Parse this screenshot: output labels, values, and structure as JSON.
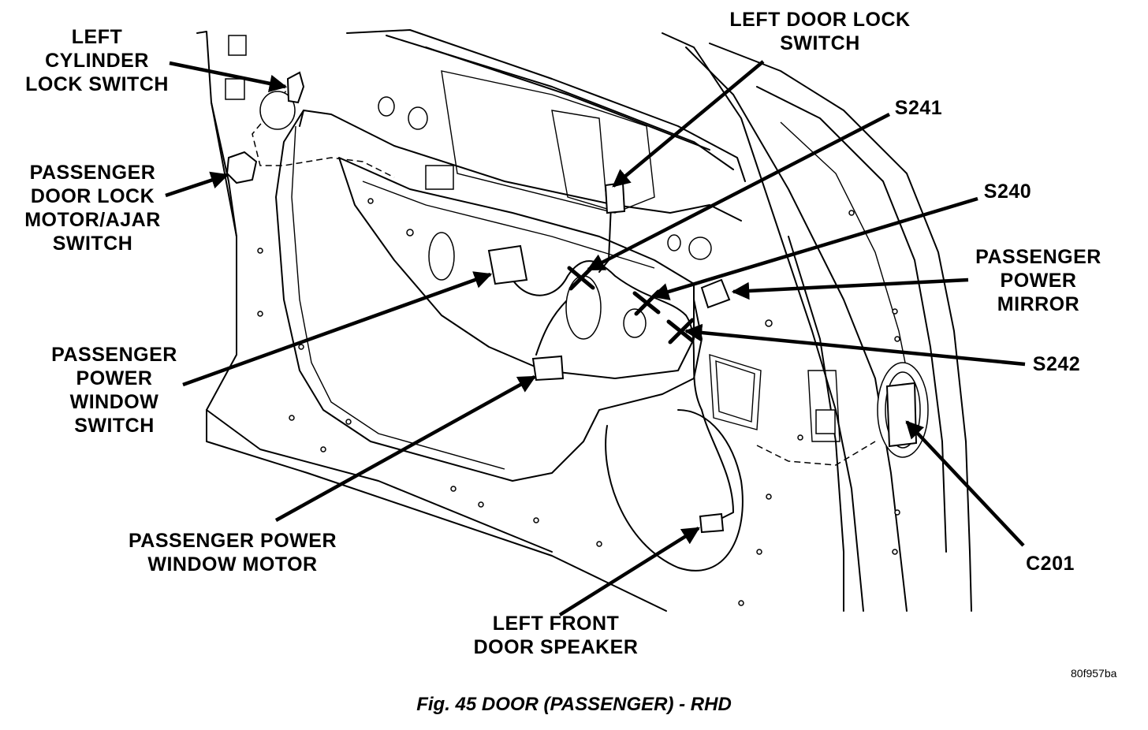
{
  "labels": {
    "left_cylinder_lock_switch": [
      "LEFT",
      "CYLINDER",
      "LOCK SWITCH"
    ],
    "passenger_door_lock_motor": [
      "PASSENGER",
      "DOOR LOCK",
      "MOTOR/AJAR",
      "SWITCH"
    ],
    "passenger_power_window_switch": [
      "PASSENGER",
      "POWER",
      "WINDOW",
      "SWITCH"
    ],
    "passenger_power_window_motor": [
      "PASSENGER POWER",
      "WINDOW MOTOR"
    ],
    "left_front_door_speaker": [
      "LEFT FRONT",
      "DOOR SPEAKER"
    ],
    "left_door_lock_switch": [
      "LEFT DOOR LOCK",
      "SWITCH"
    ],
    "s241": "S241",
    "s240": "S240",
    "passenger_power_mirror": [
      "PASSENGER",
      "POWER",
      "MIRROR"
    ],
    "s242": "S242",
    "c201": "C201"
  },
  "figure_code": "80f957ba",
  "caption": "Fig. 45 DOOR (PASSENGER) - RHD"
}
